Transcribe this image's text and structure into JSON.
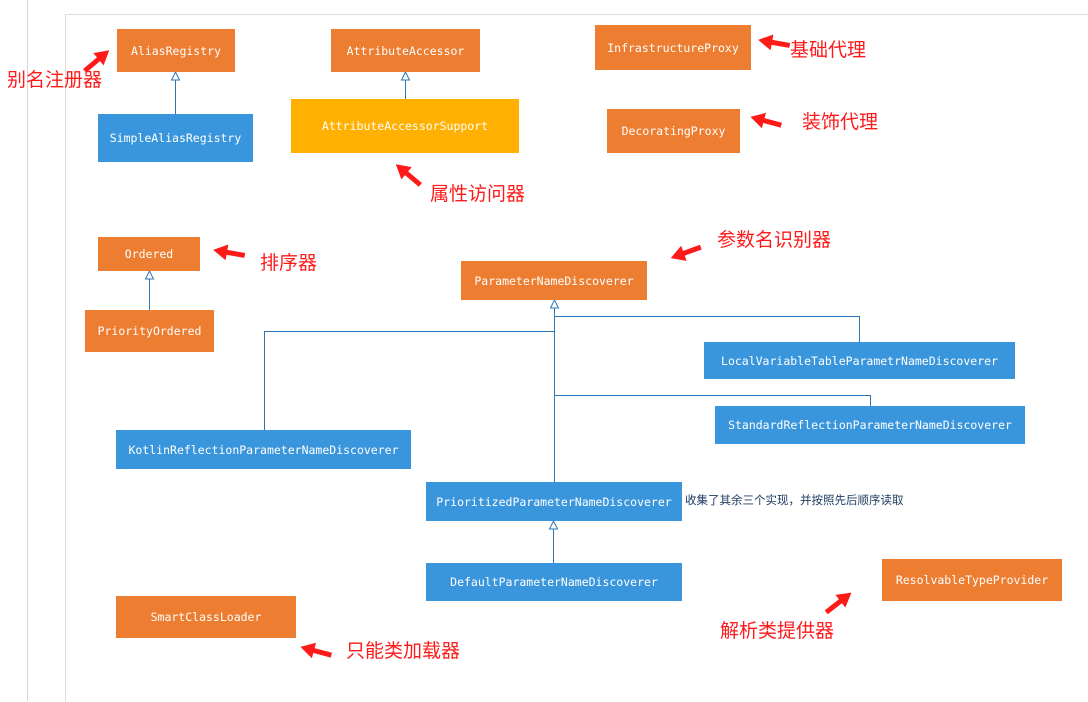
{
  "boxes": {
    "alias_registry": "AliasRegistry",
    "simple_alias_registry": "SimpleAliasRegistry",
    "attribute_accessor": "AttributeAccessor",
    "attribute_accessor_support": "AttributeAccessorSupport",
    "infrastructure_proxy": "InfrastructureProxy",
    "decorating_proxy": "DecoratingProxy",
    "ordered": "Ordered",
    "priority_ordered": "PriorityOrdered",
    "parameter_name_discoverer": "ParameterNameDiscoverer",
    "local_variable_discoverer": "LocalVariableTableParametrNameDiscoverer",
    "standard_reflection_discoverer": "StandardReflectionParameterNameDiscoverer",
    "kotlin_reflection_discoverer": "KotlinReflectionParameterNameDiscoverer",
    "prioritized_discoverer": "PrioritizedParameterNameDiscoverer",
    "default_discoverer": "DefaultParameterNameDiscoverer",
    "smart_class_loader": "SmartClassLoader",
    "resolvable_type_provider": "ResolvableTypeProvider"
  },
  "annotations": {
    "alias_registry": "别名注册器",
    "infrastructure_proxy": "基础代理",
    "decorating_proxy": "装饰代理",
    "attribute_accessor": "属性访问器",
    "ordered": "排序器",
    "parameter_name_discoverer": "参数名识别器",
    "smart_class_loader": "只能类加载器",
    "resolvable_type_provider": "解析类提供器"
  },
  "notes": {
    "prioritized_discoverer": "收集了其余三个实现，并按照先后顺序读取"
  },
  "colors": {
    "interface": "#ed7d31",
    "implementation": "#3a96dc",
    "support_class": "#ffb000",
    "connector": "#2e75b6",
    "annotation": "#ff1a1a"
  }
}
